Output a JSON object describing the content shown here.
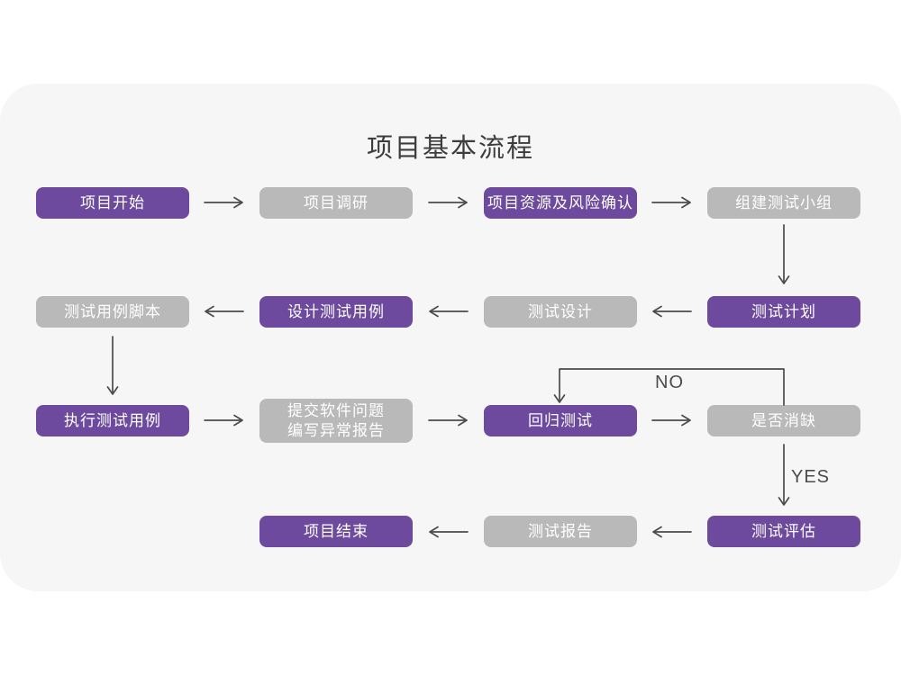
{
  "title": "项目基本流程",
  "edge_labels": {
    "no": "NO",
    "yes": "YES"
  },
  "colors": {
    "purple": "#6d4a9d",
    "gray": "#b9b9ba",
    "card_bg": "#f6f6f7",
    "page_bg": "#ffffff",
    "arrow": "#4b4b4b",
    "title": "#3d3d3d",
    "node_text": "#ffffff"
  },
  "nodes": {
    "project_start": {
      "label": "项目开始",
      "type": "purple"
    },
    "project_research": {
      "label": "项目调研",
      "type": "gray"
    },
    "resources_risk_confirm": {
      "label": "项目资源及风险确认",
      "type": "purple"
    },
    "build_test_team": {
      "label": "组建测试小组",
      "type": "gray"
    },
    "test_case_script": {
      "label": "测试用例脚本",
      "type": "gray"
    },
    "design_test_case": {
      "label": "设计测试用例",
      "type": "purple"
    },
    "test_design": {
      "label": "测试设计",
      "type": "gray"
    },
    "test_plan": {
      "label": "测试计划",
      "type": "purple"
    },
    "execute_test_case": {
      "label": "执行测试用例",
      "type": "purple"
    },
    "submit_issue_report": {
      "line1": "提交软件问题",
      "line2": "编写异常报告",
      "type": "gray"
    },
    "regression_test": {
      "label": "回归测试",
      "type": "purple"
    },
    "defect_cleared": {
      "label": "是否消缺",
      "type": "gray"
    },
    "project_end": {
      "label": "项目结束",
      "type": "purple"
    },
    "test_report": {
      "label": "测试报告",
      "type": "gray"
    },
    "test_evaluation": {
      "label": "测试评估",
      "type": "purple"
    }
  }
}
